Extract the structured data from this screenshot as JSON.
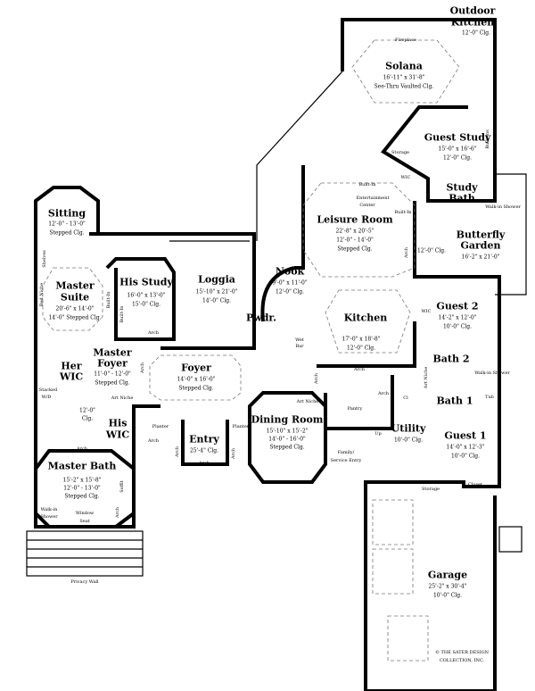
{
  "rooms": {
    "outdoor_kitchen": {
      "name_1": "Outdoor",
      "name_2": "Kitchen",
      "ceiling": "12'-0\" Clg."
    },
    "solana": {
      "name": "Solana",
      "size": "16'-11\" x 31'-8\"",
      "ceiling": "See-Thru Vaulted Clg.",
      "fireplace": "Fireplace"
    },
    "guest_study": {
      "name": "Guest Study",
      "size": "15'-0\" x 16'-6\"",
      "ceiling": "12'-0\" Clg.",
      "storage": "Storage",
      "built_ins": "Built-Ins",
      "wic": "WIC"
    },
    "study_bath": {
      "name_1": "Study",
      "name_2": "Bath",
      "shower": "Walk-in Shower"
    },
    "butterfly_garden": {
      "name_1": "Butterfly",
      "name_2": "Garden",
      "size": "16'-2\" x 21'-0\""
    },
    "hall_ceiling": {
      "ceiling": "12'-0\" Clg.",
      "arch": "Arch"
    },
    "leisure_room": {
      "name": "Leisure Room",
      "size": "22'-8\" x 20'-5\"",
      "ceiling_1": "12'-0\" - 14'-0\"",
      "ceiling_2": "Stepped Clg.",
      "built_in_1": "Built-In",
      "entertainment_1": "Entertainment",
      "entertainment_2": "Center",
      "built_in_2": "Built-In"
    },
    "nook": {
      "name": "Nook",
      "size": "9'-0\" x 11'-0\"",
      "ceiling": "12'-0\" Clg."
    },
    "kitchen": {
      "name": "Kitchen",
      "size": "17'-0\" x 18'-8\"",
      "ceiling": "12'-0\" Clg.",
      "wet_bar_1": "Wet",
      "wet_bar_2": "Bar",
      "arch": "Arch"
    },
    "guest_2": {
      "name": "Guest 2",
      "size": "14'-2\" x 12'-0\"",
      "ceiling": "10'-0\" Clg.",
      "wic": "WIC"
    },
    "bath_2": {
      "name": "Bath 2",
      "shower": "Walk-in Shower"
    },
    "bath_1": {
      "name": "Bath 1",
      "tub": "Tub",
      "art_niche": "Art Niche",
      "closet": "Cl"
    },
    "utility": {
      "name": "Utility",
      "ceiling": "10'-0\" Clg.",
      "arch": "Arch"
    },
    "guest_1": {
      "name": "Guest 1",
      "size": "14'-0\" x 12'-3\"",
      "ceiling": "10'-0\" Clg.",
      "storage": "Storage",
      "closet": "Closet"
    },
    "garage": {
      "name": "Garage",
      "size": "25'-2\" x 30'-4\"",
      "ceiling": "10'-0\" Clg."
    },
    "sitting": {
      "name": "Sitting",
      "size": "12'-0\" - 13'-0\"",
      "ceiling": "Stepped Clg."
    },
    "master_suite": {
      "name_1": "Master",
      "name_2": "Suite",
      "size": "20'-6\" x 14'-0\"",
      "ceiling": "14'-0\" Stepped Clg.",
      "shelves": "Shelves",
      "bed_niche": "Bed Niche",
      "built_in": "Built-In"
    },
    "his_study": {
      "name": "His Study",
      "size": "16'-0\" x 13'-0\"",
      "ceiling": "15'-0\" Clg.",
      "built_in": "Built-In",
      "arch": "Arch"
    },
    "loggia": {
      "name": "Loggia",
      "size": "15'-10\" x 21'-0\"",
      "ceiling": "14'-0\" Clg."
    },
    "powder": {
      "name": "Pwdr."
    },
    "master_foyer": {
      "name_1": "Master",
      "name_2": "Foyer",
      "size": "11'-0\" - 12'-0\"",
      "ceiling": "Stepped Clg.",
      "arch": "Arch",
      "art_niche": "Art Niche"
    },
    "her_wic": {
      "name_1": "Her",
      "name_2": "WIC",
      "stacked_1": "Stacked",
      "stacked_2": "W/D"
    },
    "foyer": {
      "name": "Foyer",
      "size": "14'-0\" x 16'-0\"",
      "ceiling": "Stepped Clg."
    },
    "master_hall": {
      "ceiling_1": "12'-0\"",
      "ceiling_2": "Clg.",
      "arch": "Arch"
    },
    "his_wic": {
      "name_1": "His",
      "name_2": "WIC"
    },
    "entry": {
      "name": "Entry",
      "ceiling": "25'-4\" Clg.",
      "planter_left": "Planter",
      "planter_right": "Planter",
      "arch_left": "Arch",
      "arch_bottom": "Arch",
      "arch_side_1": "Arch",
      "arch_side_2": "Arch"
    },
    "dining_room": {
      "name": "Dining Room",
      "size": "15'-10\" x 15'-2\"",
      "ceiling_1": "14'-0\" - 16'-0\"",
      "ceiling_2": "Stepped Clg.",
      "art_niche": "Art Niche",
      "arch": "Arch"
    },
    "pantry": {
      "name": "Pantry",
      "up": "Up",
      "family_1": "Family/",
      "family_2": "Service Entry"
    },
    "master_bath": {
      "name": "Master Bath",
      "size": "15'-2\" x 15'-8\"",
      "ceiling_1": "12'-0\" - 13'-0\"",
      "ceiling_2": "Stepped Clg.",
      "soffit": "Soffit",
      "arch": "Arch",
      "shower_1": "Walk-in",
      "shower_2": "Shower",
      "window_1": "Window",
      "window_2": "Seat",
      "privacy_wall": "Privacy Wall"
    }
  },
  "copyright": {
    "line_1": "© THE SATER DESIGN",
    "line_2": "COLLECTION, INC."
  }
}
